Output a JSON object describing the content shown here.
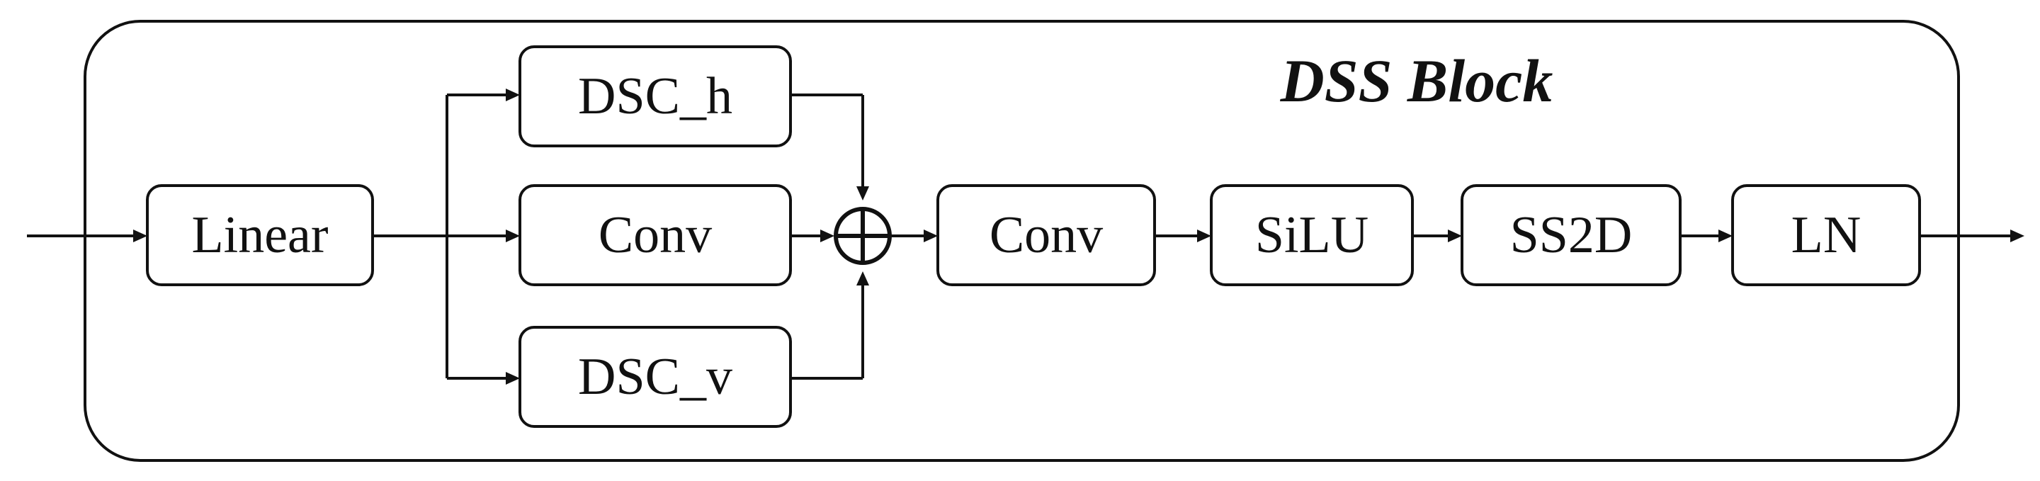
{
  "diagram": {
    "title": "DSS Block",
    "nodes": {
      "linear": "Linear",
      "dsc_h": "DSC_h",
      "conv_mid": "Conv",
      "dsc_v": "DSC_v",
      "sum": "⊕",
      "conv_out": "Conv",
      "silu": "SiLU",
      "ss2d": "SS2D",
      "ln": "LN"
    }
  }
}
